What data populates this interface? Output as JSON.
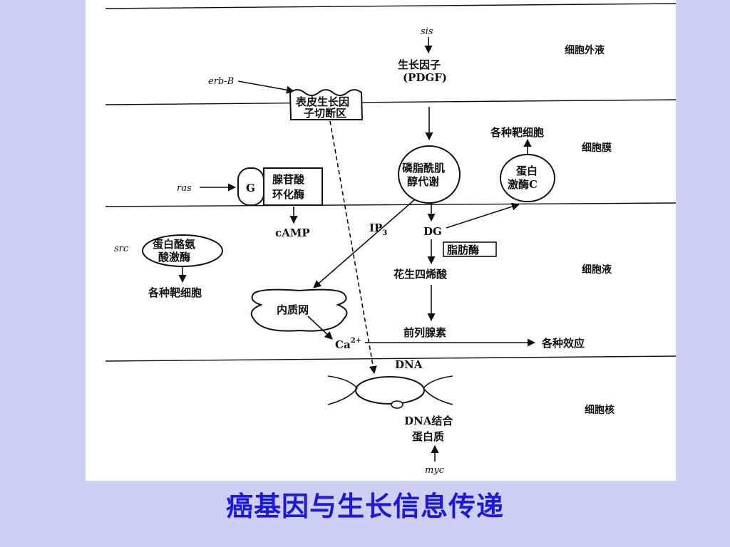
{
  "slide_title": "癌基因与生长信息传递",
  "zones": {
    "extracellular": "细胞外液",
    "membrane": "细胞膜",
    "cytosol": "细胞液",
    "nucleus": "细胞核"
  },
  "oncogenes": {
    "sis": "sis",
    "erbB": "erb-B",
    "ras": "ras",
    "src": "src",
    "myc": "myc"
  },
  "nodes": {
    "growth_factor": [
      "生长因子",
      "(PDGF)"
    ],
    "egf_receptor": [
      "表皮生长因",
      "子切断区"
    ],
    "g_protein": "G",
    "adenylate_cyclase": [
      "腺苷酸",
      "环化酶"
    ],
    "camp": "cAMP",
    "pi_metabolism": [
      "磷脂酰肌",
      "醇代谢"
    ],
    "target_cells_top": "各种靶细胞",
    "pkc": [
      "蛋白",
      "激酶C"
    ],
    "ip3": "IP",
    "ip3_sub": "3",
    "dg": "DG",
    "lipase": "脂肪酶",
    "arachidonic_acid": "花生四烯酸",
    "prostaglandin": "前列腺素",
    "various_effects": "各种效应",
    "tyrosine_kinase": [
      "蛋白酪氨",
      "酸激酶"
    ],
    "target_cells_bottom": "各种靶细胞",
    "er": "内质网",
    "ca": "Ca",
    "ca_sup": "2+",
    "dna": "DNA",
    "dna_binding_protein": [
      "DNA结合",
      "蛋白质"
    ]
  }
}
